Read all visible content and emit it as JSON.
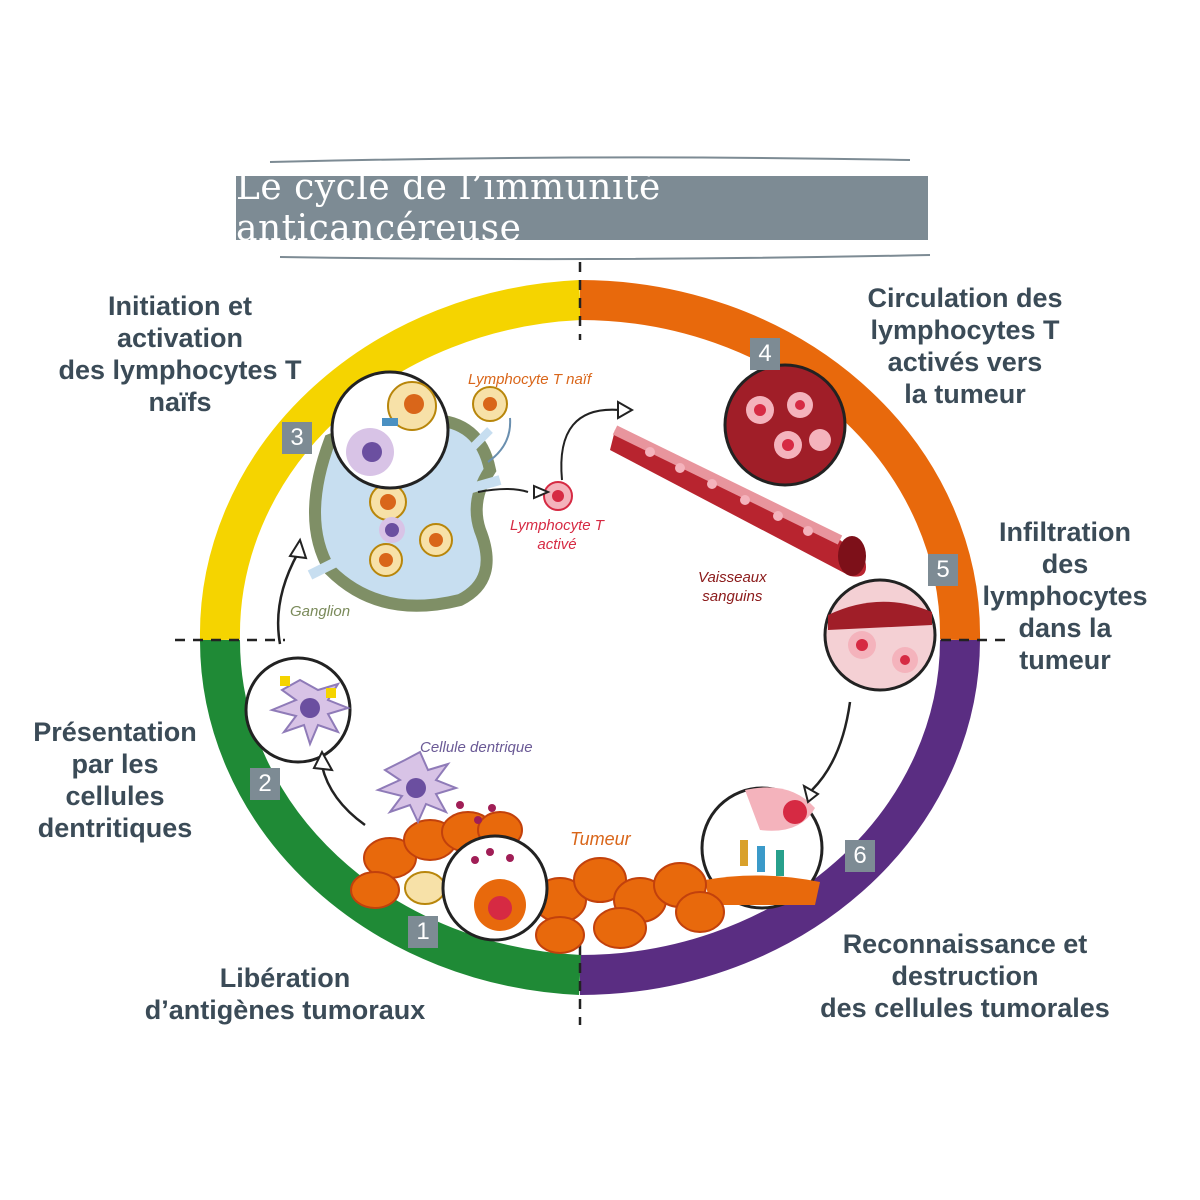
{
  "title": "Le cycle de l’immunité anticancéreuse",
  "steps": [
    {
      "number": "1",
      "lines": [
        "Libération",
        "d’antigènes tumoraux"
      ],
      "color": "#1f8a36"
    },
    {
      "number": "2",
      "lines": [
        "Présentation",
        "par les",
        "cellules",
        "dentritiques"
      ],
      "color": "#1f8a36"
    },
    {
      "number": "3",
      "lines": [
        "Initiation et",
        "activation",
        "des lymphocytes T",
        "naïfs"
      ],
      "color": "#f5d400"
    },
    {
      "number": "4",
      "lines": [
        "Circulation des",
        "lymphocytes T",
        "activés vers",
        "la tumeur"
      ],
      "color": "#e8690c"
    },
    {
      "number": "5",
      "lines": [
        "Infiltration",
        "des",
        "lymphocytes",
        "dans la",
        "tumeur"
      ],
      "color": "#e8690c"
    },
    {
      "number": "6",
      "lines": [
        "Reconnaissance et",
        "destruction",
        "des cellules tumorales"
      ],
      "color": "#5a2d82"
    }
  ],
  "labels": {
    "naive_lymphocyte": "Lymphocyte T naïf",
    "active_lymphocyte": [
      "Lymphocyte T",
      "activé"
    ],
    "vessels": [
      "Vaisseaux",
      "sanguins"
    ],
    "ganglion": "Ganglion",
    "dendritic_cell": "Cellule dentrique",
    "tumor": "Tumeur"
  },
  "colors": {
    "title_banner": "#7d8b94",
    "text": "#3b4b57",
    "label_orange": "#d9661a",
    "label_red": "#d62a43",
    "label_darkred": "#8b1a1a",
    "label_olive": "#7a8a5a",
    "label_purple": "#6b5a96"
  }
}
